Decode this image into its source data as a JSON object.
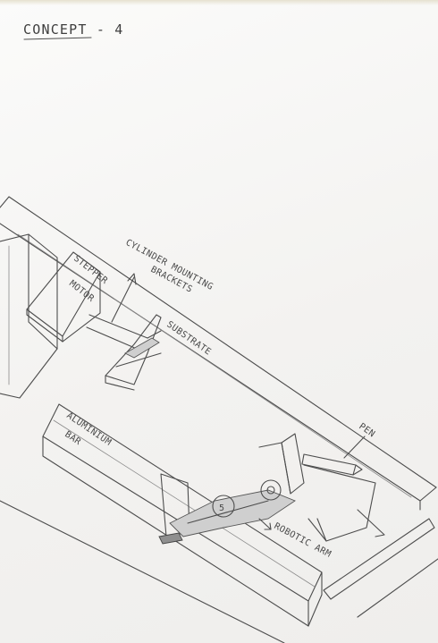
{
  "title": "CONCEPT - 4",
  "labels": {
    "stepper_line1": "STEPPER",
    "stepper_line2": "MOTOR",
    "cylinder_line1": "CYLINDER MOUNTING",
    "cylinder_line2": "BRACKETS",
    "substrate": "SUBSTRATE",
    "aluminium_line1": "ALUMINIUM",
    "aluminium_line2": "BAR",
    "pen": "PEN",
    "robotic_arm": "ROBOTIC ARM",
    "joint": "5"
  }
}
